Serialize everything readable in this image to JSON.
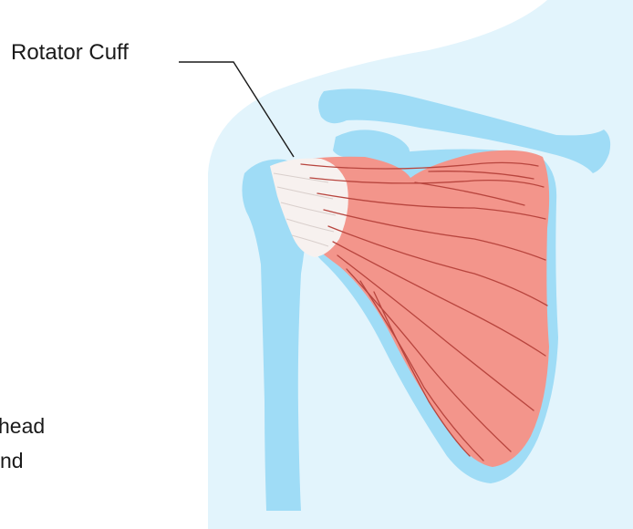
{
  "labels": {
    "rotator_cuff": "Rotator Cuff",
    "cut_left_1": "head",
    "cut_left_2": "nd"
  },
  "colors": {
    "background": "#ffffff",
    "body_light_blue": "#e2f4fc",
    "bone_blue": "#9fdcf6",
    "muscle_red": "#f3958b",
    "muscle_dark": "#b8453e",
    "tendon_white": "#f7f1ef",
    "leader_line": "#1a1a1a"
  },
  "icons": [
    "shoulder-anatomy-illustration"
  ]
}
